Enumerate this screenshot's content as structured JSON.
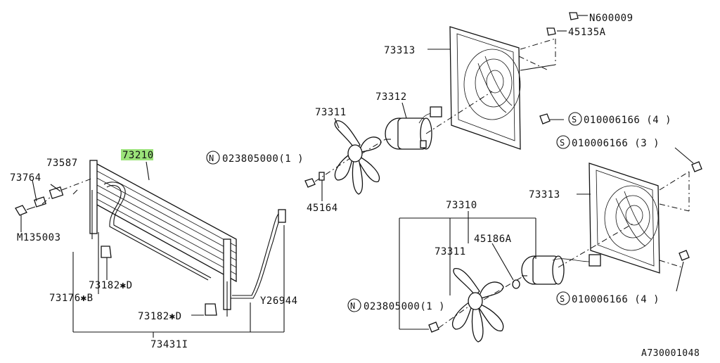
{
  "diagram": {
    "figure_code": "A730001048",
    "highlight_color": "#9be37a",
    "labels": {
      "n600009": "N600009",
      "p45135a": "45135A",
      "p73313_top": "73313",
      "p73312": "73312",
      "p73311_top": "73311",
      "s010006166_top": "010006166 (4 )",
      "s010006166_mid": "010006166 (3 )",
      "p73210": "73210",
      "p73587": "73587",
      "p73764": "73764",
      "m135003": "M135003",
      "n023805000_top": "023805000(1 )",
      "p45164": "45164",
      "p73313_right": "73313",
      "p73310": "73310",
      "p73311_bottom": "73311",
      "p45186a": "45186A",
      "p73182d_top": "73182✱D",
      "p73176b": "73176✱B",
      "p73182d_bottom": "73182✱D",
      "y26944": "Y26944",
      "p73431": "73431I",
      "n023805000_bottom": "023805000(1 )",
      "s010006166_bottom": "010006166 (4 )"
    },
    "circle_prefixes": {
      "n": "N",
      "s": "S"
    }
  }
}
